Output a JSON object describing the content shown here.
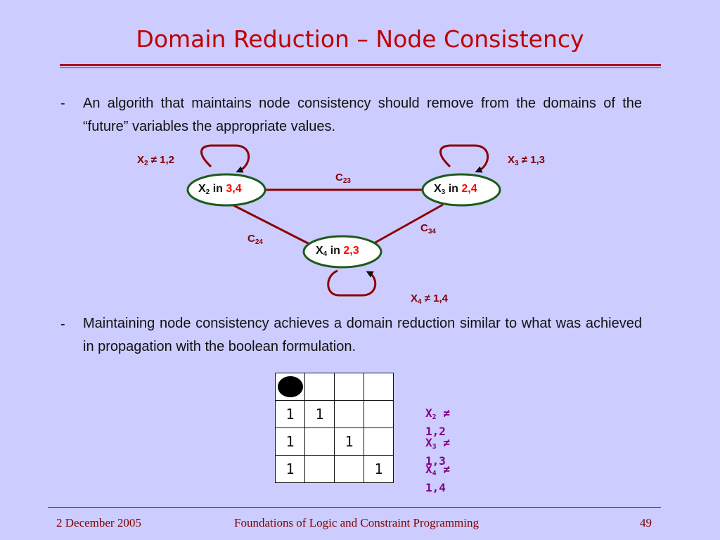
{
  "slide": {
    "title": "Domain Reduction – Node Consistency",
    "bullet_marker": "-",
    "bullet1": "An algorith that maintains node consistency should remove from the domains of the “future” variables the appropriate values.",
    "bullet2": "Maintaining node consistency achieves a domain reduction similar to what was achieved in propagation with the boolean formulation."
  },
  "graph": {
    "nodes": [
      {
        "var": "X",
        "sub": "2",
        "in": "in",
        "domain": "3,4"
      },
      {
        "var": "X",
        "sub": "3",
        "in": "in",
        "domain": "2,4"
      },
      {
        "var": "X",
        "sub": "4",
        "in": "in",
        "domain": "2,3"
      }
    ],
    "edges": [
      {
        "c": "C",
        "sub": "23"
      },
      {
        "c": "C",
        "sub": "24"
      },
      {
        "c": "C",
        "sub": "34"
      }
    ],
    "unary": [
      {
        "var": "X",
        "sub": "2",
        "text": "≠ 1,2"
      },
      {
        "var": "X",
        "sub": "3",
        "text": "≠ 1,3"
      },
      {
        "var": "X",
        "sub": "4",
        "text": "≠ 1,4"
      }
    ]
  },
  "board": {
    "rows": [
      [
        "",
        "",
        "",
        ""
      ],
      [
        "1",
        "1",
        "",
        ""
      ],
      [
        "1",
        "",
        "1",
        ""
      ],
      [
        "1",
        "",
        "",
        "1"
      ]
    ],
    "side_labels": [
      {
        "var": "X",
        "sub": "2",
        "text": "≠ 1,2"
      },
      {
        "var": "X",
        "sub": "3",
        "text": "≠ 1,3"
      },
      {
        "var": "X",
        "sub": "4",
        "text": "≠ 1,4"
      }
    ]
  },
  "footer": {
    "date": "2 December 2005",
    "course": "Foundations of Logic and Constraint Programming",
    "page": "49"
  },
  "colors": {
    "background": "#ccccff",
    "title": "#c00000",
    "node_border": "#1a5c1a",
    "edge": "#8b0000",
    "domain_value": "#ff0000"
  }
}
